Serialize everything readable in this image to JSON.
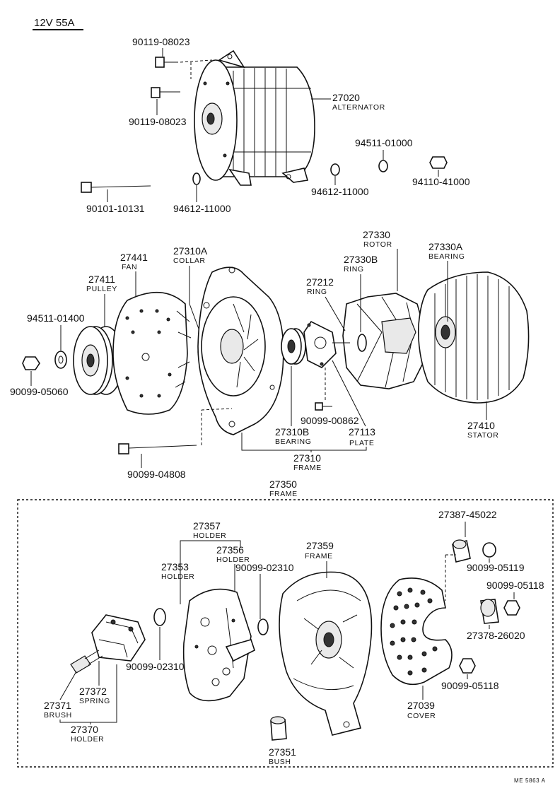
{
  "title": "12V 55A",
  "doc_code": "ME 5863 A",
  "labels": {
    "p90119_top": "90119-08023",
    "p90119_bot": "90119-08023",
    "p27020_num": "27020",
    "p27020_name": "ALTERNATOR",
    "p94511_a": "94511-01000",
    "p94612_a": "94612-11000",
    "p94110": "94110-41000",
    "p90101": "90101-10131",
    "p94612_b": "94612-11000",
    "p27441_num": "27441",
    "p27441_name": "FAN",
    "p27310A_num": "27310A",
    "p27310A_name": "COLLAR",
    "p27411_num": "27411",
    "p27411_name": "PULLEY",
    "p94511_b": "94511-01400",
    "p90099_05060": "90099-05060",
    "p27330_num": "27330",
    "p27330_name": "ROTOR",
    "p27330B_num": "27330B",
    "p27330B_name": "RING",
    "p27330A_num": "27330A",
    "p27330A_name": "BEARING",
    "p27212_num": "27212",
    "p27212_name": "RING",
    "p90099_00862": "90099-00862",
    "p27410_num": "27410",
    "p27410_name": "STATOR",
    "p27310B_num": "27310B",
    "p27310B_name": "BEARING",
    "p27113_num": "27113",
    "p27113_name": "PLATE",
    "p27310_num": "27310",
    "p27310_name": "FRAME",
    "p90099_04808": "90099-04808",
    "p27350_num": "27350",
    "p27350_name": "FRAME",
    "p27387": "27387-45022",
    "p27357_num": "27357",
    "p27357_name": "HOLDER",
    "p27356_num": "27356",
    "p27356_name": "HOLDER",
    "p27353_num": "27353",
    "p27353_name": "HOLDER",
    "p90099_02310_a": "90099-02310",
    "p27359_num": "27359",
    "p27359_name": "FRAME",
    "p90099_05119": "90099-05119",
    "p90099_05118_a": "90099-05118",
    "p27378": "27378-26020",
    "p90099_02310_b": "90099-02310",
    "p90099_05118_b": "90099-05118",
    "p27371_num": "27371",
    "p27371_name": "BRUSH",
    "p27372_num": "27372",
    "p27372_name": "SPRING",
    "p27370_num": "27370",
    "p27370_name": "HOLDER",
    "p27039_num": "27039",
    "p27039_name": "COVER",
    "p27351_num": "27351",
    "p27351_name": "BUSH"
  }
}
